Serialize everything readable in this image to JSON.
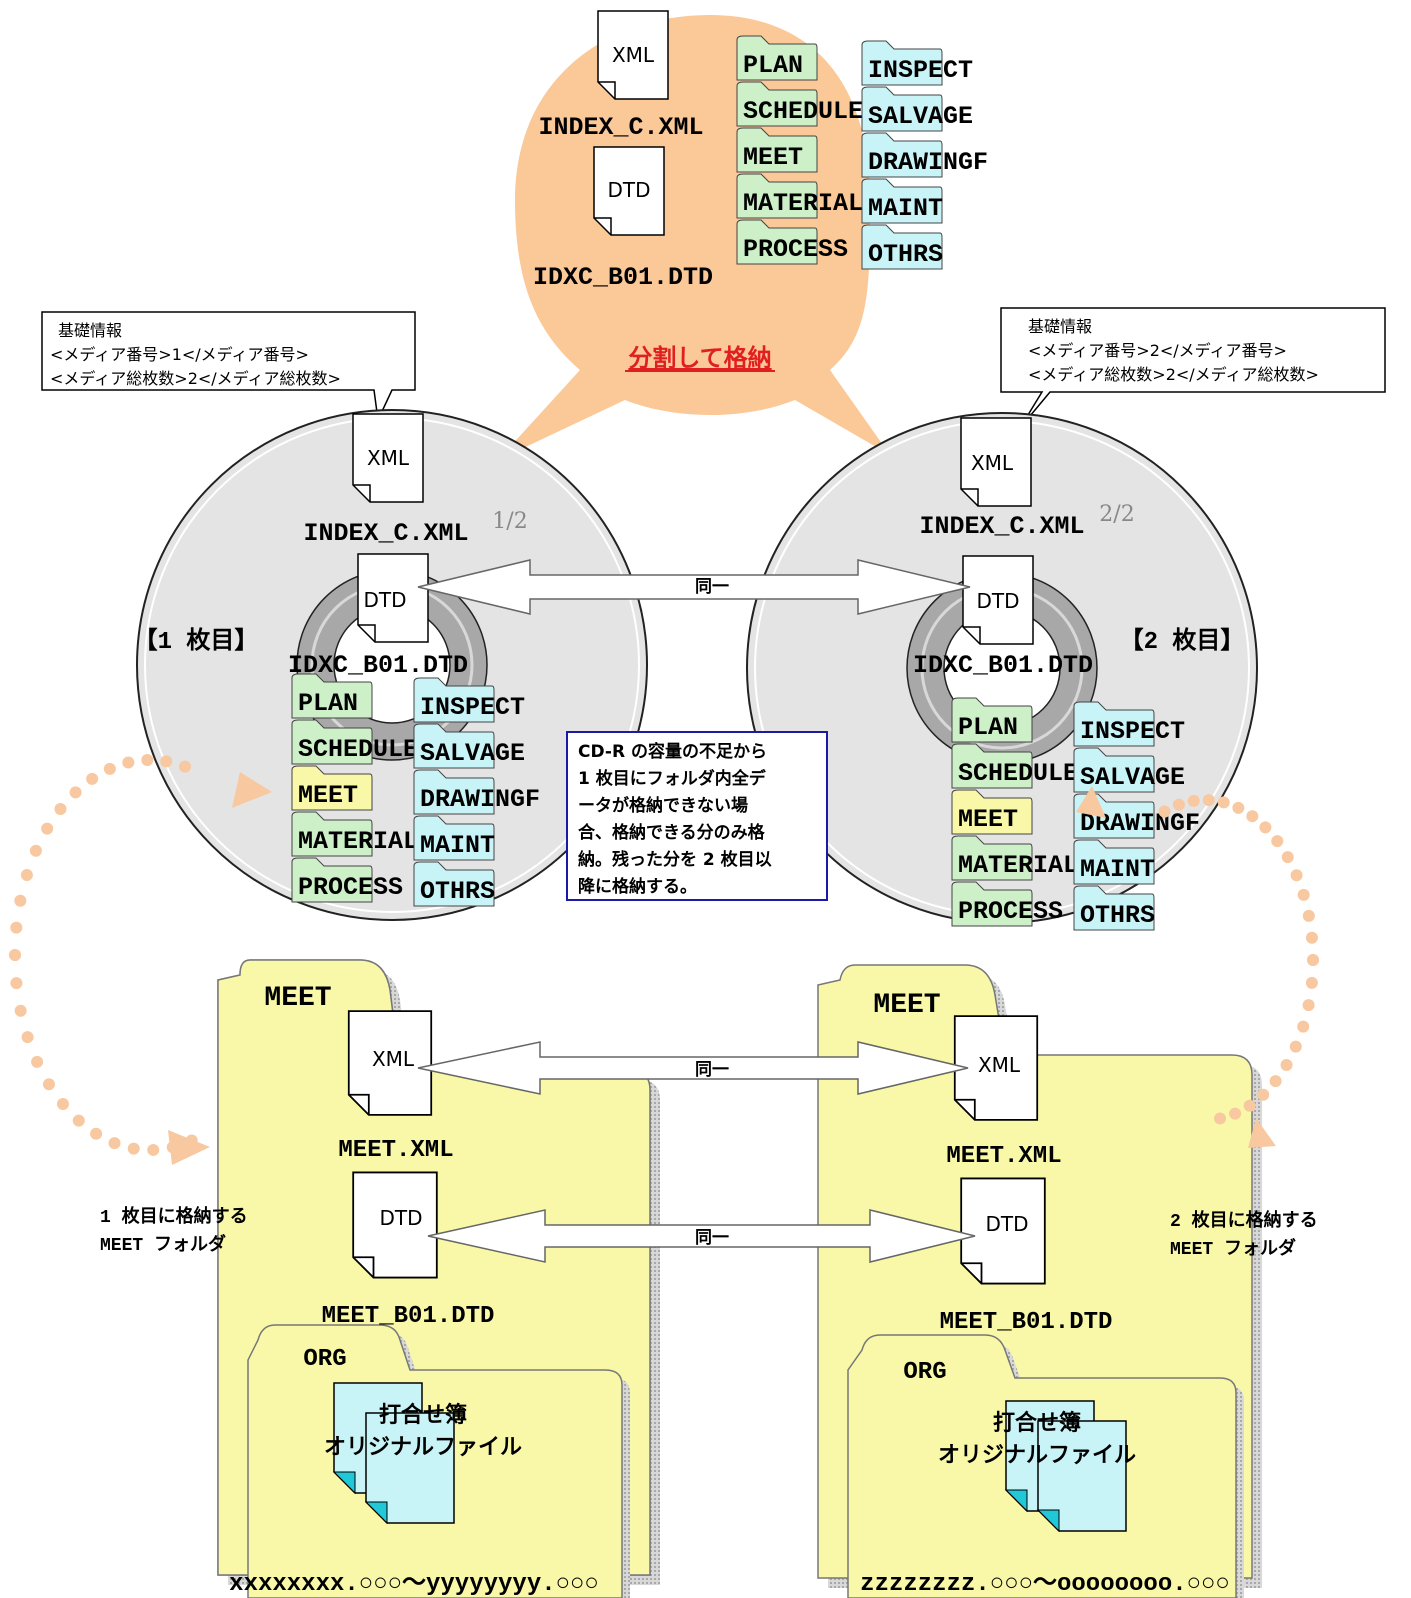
{
  "top": {
    "xml_icon": "XML",
    "dtd_icon": "DTD",
    "xml_file": "INDEX_C.XML",
    "dtd_file": "IDXC_B01.DTD",
    "split_label": "分割して格納"
  },
  "folders_left": [
    "PLAN",
    "SCHEDULE",
    "MEET",
    "MATERIAL",
    "PROCESS"
  ],
  "folders_right": [
    "INSPECT",
    "SALVAGE",
    "DRAWINGF",
    "MAINT",
    "OTHRS"
  ],
  "callout1": {
    "line1": "基礎情報",
    "line2": "<メディア番号>1</メディア番号>",
    "line3": "<メディア総枚数>2</メディア総枚数>"
  },
  "callout2": {
    "line1": "基礎情報",
    "line2": "<メディア番号>2</メディア番号>",
    "line3": "<メディア総枚数>2</メディア総枚数>"
  },
  "disc1": {
    "label": "【1 枚目】",
    "fraction": "1/2",
    "xml_file": "INDEX_C.XML",
    "dtd_file": "IDXC_B01.DTD"
  },
  "disc2": {
    "label": "【2 枚目】",
    "fraction": "2/2",
    "xml_file": "INDEX_C.XML",
    "dtd_file": "IDXC_B01.DTD"
  },
  "same_label": "同一",
  "note": {
    "lines": [
      "CD-R の容量の不足から",
      "1 枚目にフォルダ内全デ",
      "ータが格納できない場",
      "合、格納できる分のみ格",
      "納。残った分を 2 枚目以",
      "降に格納する。"
    ]
  },
  "meet1": {
    "title": "MEET",
    "xml_file": "MEET.XML",
    "dtd_file": "MEET_B01.DTD",
    "org": "ORG",
    "doc_line1": "打合せ簿",
    "doc_line2": "オリジナルファイル",
    "range": "xxxxxxxx.○○○～yyyyyyyy.○○○",
    "side_line1": "1 枚目に格納する",
    "side_line2": "MEET フォルダ"
  },
  "meet2": {
    "title": "MEET",
    "xml_file": "MEET.XML",
    "dtd_file": "MEET_B01.DTD",
    "org": "ORG",
    "doc_line1": "打合せ簿",
    "doc_line2": "オリジナルファイル",
    "range": "zzzzzzzz.○○○～oooooooo.○○○",
    "side_line1": "2 枚目に格納する",
    "side_line2": "MEET フォルダ"
  },
  "colors": {
    "bubble": "#fbc898",
    "folder_green": "#cdf0c8",
    "folder_cyan": "#c8f4f8",
    "folder_yellow": "#f8f8a8",
    "dots": "#f8c8a0",
    "note_border": "#1a1aa8",
    "split_red": "#e02020"
  }
}
